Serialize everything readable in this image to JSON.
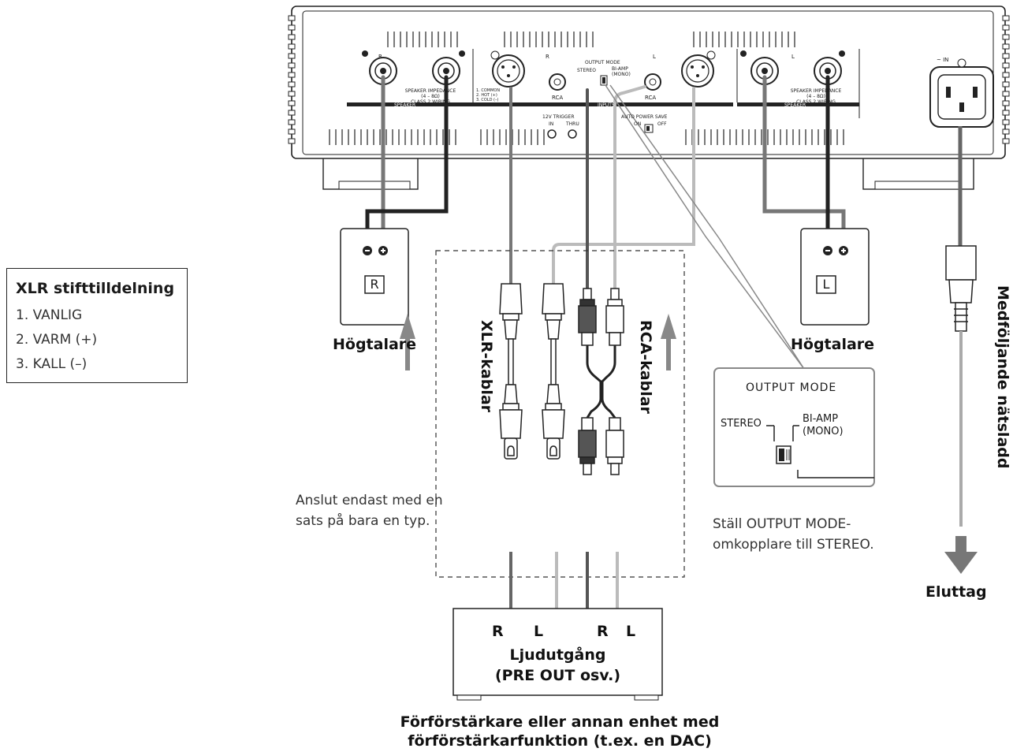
{
  "xlr_box": {
    "title": "XLR stifttilldelning",
    "pins": [
      "1. VANLIG",
      "2. VARM (+)",
      "3. KALL (–)"
    ]
  },
  "speakers": {
    "right": {
      "label": "Högtalare",
      "channel": "R"
    },
    "left": {
      "label": "Högtalare",
      "channel": "L"
    }
  },
  "cables": {
    "xlr": "XLR-kablar",
    "rca": "RCA-kablar"
  },
  "notes": {
    "one_type": "Anslut endast med en sats på bara en typ.",
    "one_type_l1": "Anslut endast med en",
    "one_type_l2": "sats på bara en typ.",
    "stereo_l1": "Ställ OUTPUT MODE-",
    "stereo_l2": "omkopplare till STEREO."
  },
  "switch_callout": {
    "title": "OUTPUT MODE",
    "stereo": "STEREO",
    "biamp": "BI-AMP",
    "mono": "(MONO)"
  },
  "power": {
    "cord": "Medföljande nätsladd",
    "outlet": "Eluttag"
  },
  "preamp": {
    "channels": [
      "R",
      "L",
      "R",
      "L"
    ],
    "output_l1": "Ljudutgång",
    "output_l2": "(PRE OUT osv.)",
    "device_l1": "Förförstärkare eller annan enhet med",
    "device_l2": "förförstärkarfunktion (t.ex. en DAC)"
  },
  "amp_panel": {
    "speaker": "SPEAKER",
    "inputs": "INPUTS",
    "rca": "RCA",
    "output_mode": "OUTPUT MODE",
    "stereo": "STEREO",
    "biamp": "BI-AMP",
    "mono": "(MONO)",
    "impedance_l1": "SPEAKER IMPEDANCE",
    "impedance_l2": "(4 – 8Ω)",
    "impedance_l3": "CLASS 2 WIRING",
    "xlr_pin1": "1. COMMON",
    "xlr_pin2": "2. HOT (+)",
    "xlr_pin3": "3. COLD (–)",
    "trigger": "12V TRIGGER",
    "trigger_in": "IN",
    "trigger_thru": "THRU",
    "power_save": "AUTO POWER SAVE",
    "power_save_on": "ON",
    "power_save_off": "OFF",
    "ac_in": "~ IN",
    "ch_r": "R",
    "ch_l": "L"
  }
}
